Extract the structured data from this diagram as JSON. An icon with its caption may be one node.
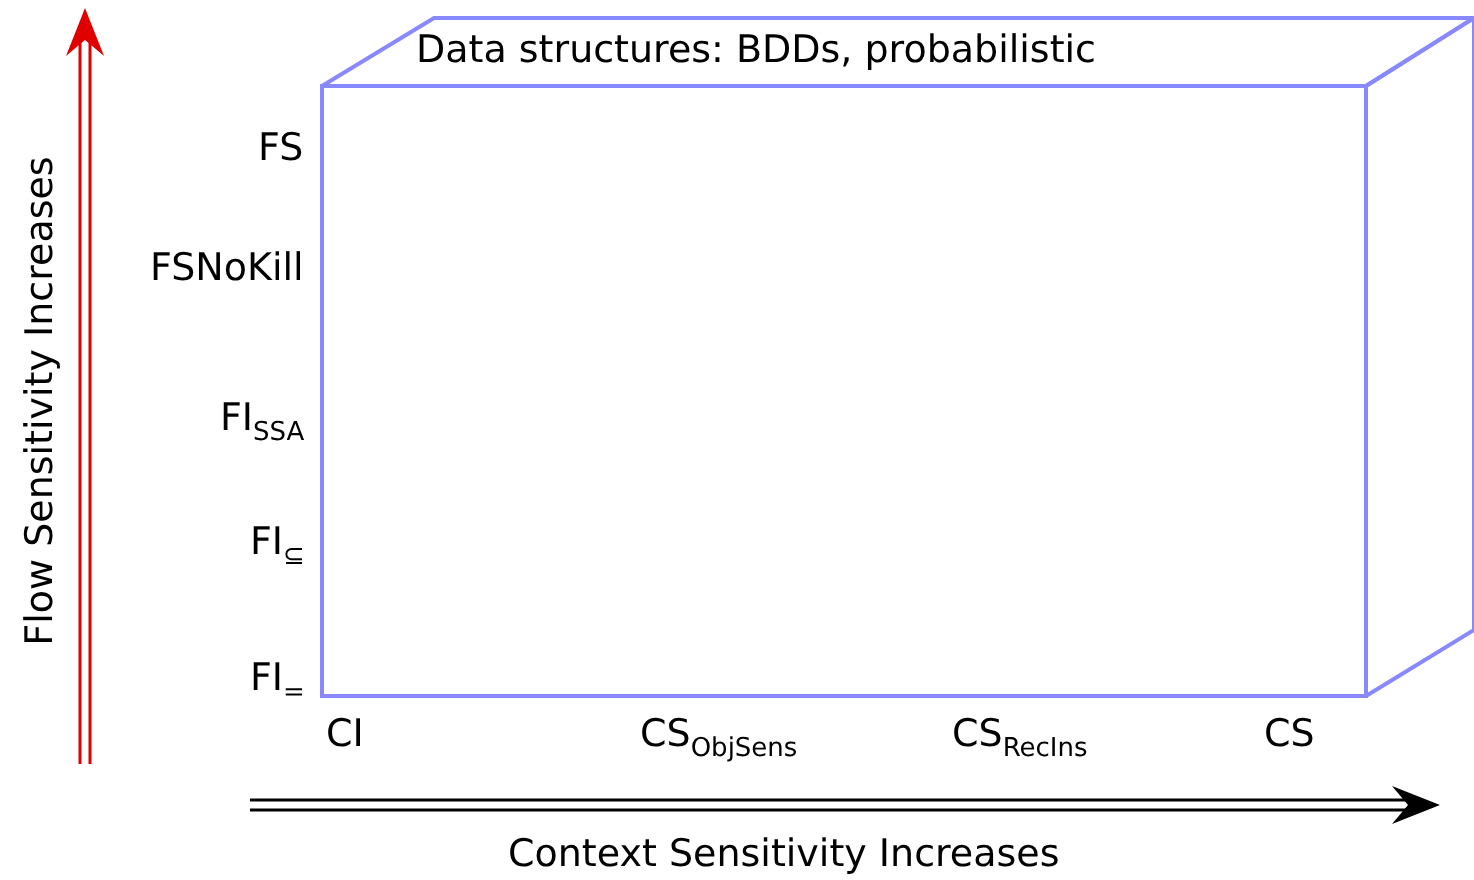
{
  "diagram": {
    "nodes": [
      {
        "text": [
          "Data structures: BDDs, probabilistic"
        ]
      }
    ],
    "labels": [
      "Flow Sensitivity Increases",
      "FS",
      "FSNoKill",
      "FI$_{SSA}$",
      "FI$_{⊆}$",
      "FI$_{=}$",
      "CI",
      "CS$_{ObjSens}$",
      "CS$_{RecIns}$",
      "CS",
      "Context Sensitivity Increases"
    ]
  }
}
